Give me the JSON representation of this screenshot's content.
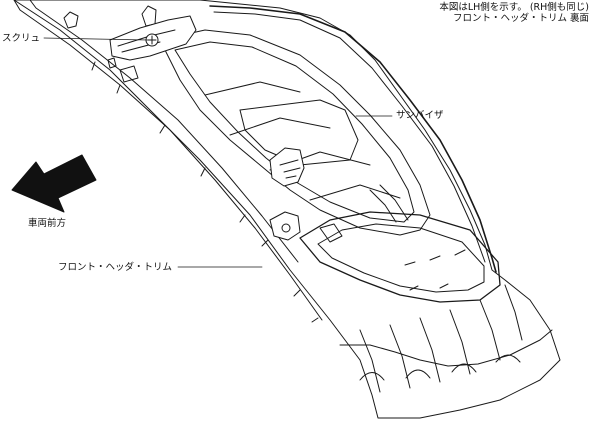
{
  "header_note": {
    "line1": "本図はLH側を示す。 (RH側も同じ)",
    "line2": "フロント・ヘッダ・トリム 裏面"
  },
  "callouts": {
    "screw": "スクリュ",
    "sun_visor": "サンバイザ",
    "front_header_trim": "フロント・ヘッダ・トリム",
    "vehicle_front": "車両前方"
  },
  "colors": {
    "line": "#1a1a1a",
    "fill": "#ffffff",
    "arrow": "#111111"
  }
}
